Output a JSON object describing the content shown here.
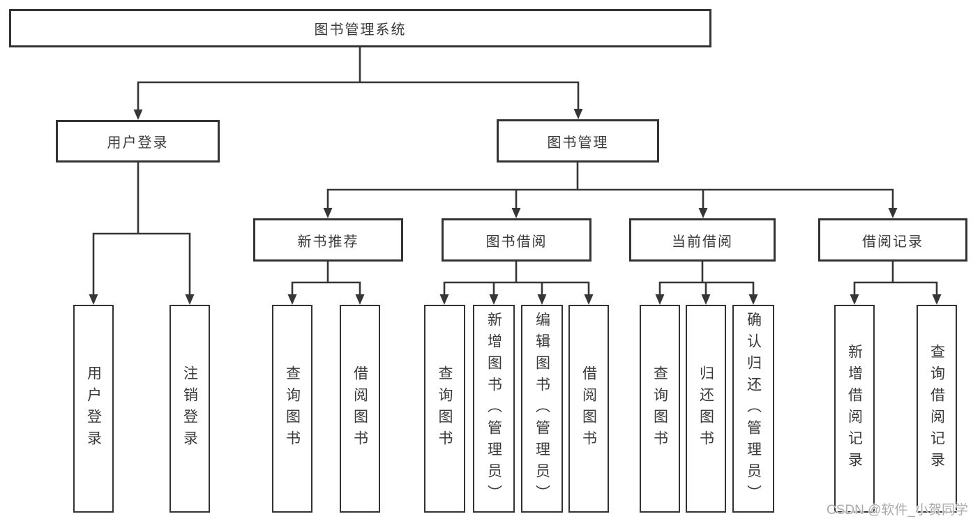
{
  "diagram": {
    "root": {
      "label": "图书管理系统"
    },
    "branches": {
      "user_login": {
        "label": "用户登录",
        "children": {
          "login": {
            "label": "用户登录"
          },
          "logout": {
            "label": "注销登录"
          }
        }
      },
      "book_mgmt": {
        "label": "图书管理",
        "children": {
          "new_book_rec": {
            "label": "新书推荐",
            "children": {
              "query": {
                "label": "查询图书"
              },
              "borrow": {
                "label": "借阅图书"
              }
            }
          },
          "book_borrow": {
            "label": "图书借阅",
            "children": {
              "query": {
                "label": "查询图书"
              },
              "add": {
                "label": "新增图书（管理员）"
              },
              "edit": {
                "label": "编辑图书（管理员）"
              },
              "borrow": {
                "label": "借阅图书"
              }
            }
          },
          "current_borrow": {
            "label": "当前借阅",
            "children": {
              "query": {
                "label": "查询图书"
              },
              "return": {
                "label": "归还图书"
              },
              "confirm": {
                "label": "确认归还（管理员）"
              }
            }
          },
          "borrow_record": {
            "label": "借阅记录",
            "children": {
              "add": {
                "label": "新增借阅记录"
              },
              "query": {
                "label": "查询借阅记录"
              }
            }
          }
        }
      }
    }
  },
  "watermark": {
    "text": "CSDN @软件_小贺同学"
  },
  "colors": {
    "line": "#363636",
    "box_border": "#333333",
    "text": "#3a3a3a",
    "background": "#ffffff",
    "watermark": "#ababab"
  }
}
